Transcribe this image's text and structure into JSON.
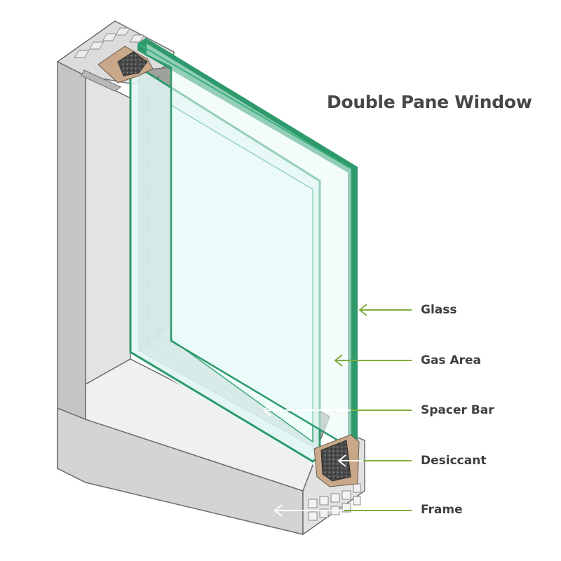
{
  "diagram": {
    "title": "Double Pane Window",
    "labels": {
      "glass": "Glass",
      "gas_area": "Gas Area",
      "spacer_bar": "Spacer Bar",
      "desiccant": "Desiccant",
      "frame": "Frame"
    }
  },
  "colors": {
    "callout_line": "#7fae3e",
    "glass_edge": "#2e9a6c",
    "glass_fill": "#e4f7f5",
    "frame_face": "#d9d9d9",
    "frame_side": "#c8c8c8",
    "desiccant": "#3d3d3d",
    "sealant": "#c9a88a"
  }
}
